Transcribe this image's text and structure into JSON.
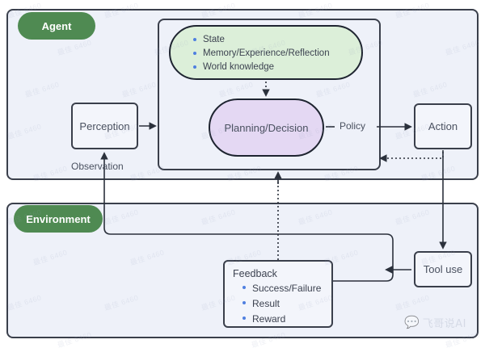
{
  "diagram": {
    "title": "Agent and Environment interaction loop",
    "colors": {
      "panel_fill": "#eef1f9",
      "panel_stroke": "#3a3f4b",
      "pill_fill": "#4f8a52",
      "memory_fill": "#dcefd9",
      "planning_fill": "#e4d8f3",
      "box_fill": "#f3f5fb",
      "bullet_blue": "#4f7fe0"
    }
  },
  "agent": {
    "pill_label": "Agent",
    "perception": {
      "label": "Perception"
    },
    "observation": {
      "label": "Observation"
    },
    "memory": {
      "items": [
        "State",
        "Memory/Experience/Reflection",
        "World knowledge"
      ]
    },
    "planning": {
      "label": "Planning/Decision"
    },
    "policy": {
      "label": "Policy"
    },
    "action": {
      "label": "Action"
    }
  },
  "environment": {
    "pill_label": "Environment",
    "tool_use": {
      "label": "Tool use"
    },
    "feedback": {
      "title": "Feedback",
      "items": [
        "Success/Failure",
        "Result",
        "Reward"
      ]
    }
  },
  "watermarks": {
    "tile_text": "最佳 6460",
    "brand_text": "飞哥说AI",
    "brand_icon": "wechat-icon"
  }
}
